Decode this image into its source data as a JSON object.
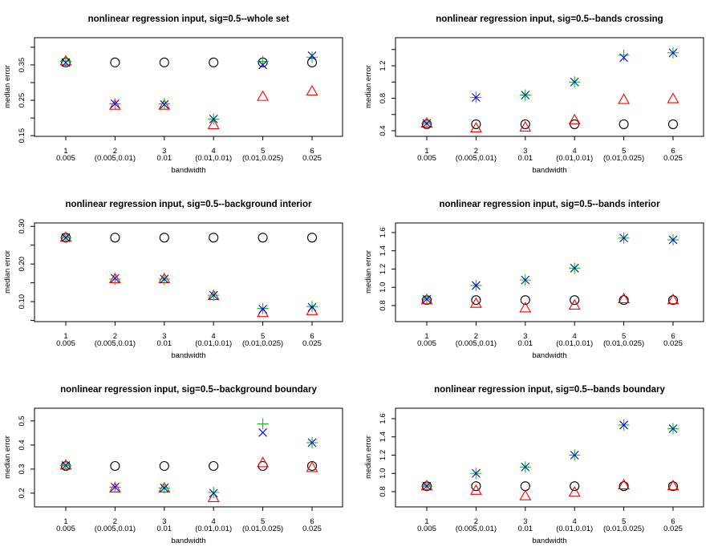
{
  "chart_data": [
    {
      "type": "scatter",
      "title": "nonlinear regression  input, sig=0.5--whole set",
      "xlabel": "bandwidth",
      "ylabel": "median error",
      "x": [
        1,
        2,
        3,
        4,
        5,
        6
      ],
      "xtick_labels": [
        "1",
        "2",
        "3",
        "4",
        "5",
        "6"
      ],
      "xtick_sublabels": [
        "0.005",
        "(0.005,0.01)",
        "0.01",
        "(0.01,0.01)",
        "(0.01,0.025)",
        "0.025"
      ],
      "ylim": [
        0.148,
        0.427
      ],
      "yticks": [
        0.15,
        0.2,
        0.25,
        0.3,
        0.35,
        0.4
      ],
      "ytick_labels": [
        "0.15",
        "",
        "0.25",
        "",
        "0.35",
        ""
      ],
      "series": [
        {
          "marker": "circle",
          "color": "#000000",
          "values": [
            0.357,
            0.357,
            0.357,
            0.357,
            0.357,
            0.357
          ]
        },
        {
          "marker": "triangle",
          "color": "#ff0000",
          "values": [
            0.36,
            0.235,
            0.235,
            0.18,
            0.26,
            0.275
          ]
        },
        {
          "marker": "plus",
          "color": "#00cc00",
          "values": [
            0.36,
            0.24,
            0.24,
            0.197,
            0.36,
            0.372
          ]
        },
        {
          "marker": "cross",
          "color": "#0000ff",
          "values": [
            0.357,
            0.24,
            0.238,
            0.197,
            0.35,
            0.376
          ]
        }
      ]
    },
    {
      "type": "scatter",
      "title": "nonlinear regression  input, sig=0.5--bands crossing",
      "xlabel": "bandwidth",
      "ylabel": "median error",
      "x": [
        1,
        2,
        3,
        4,
        5,
        6
      ],
      "xtick_labels": [
        "1",
        "2",
        "3",
        "4",
        "5",
        "6"
      ],
      "xtick_sublabels": [
        "0.005",
        "(0.005,0.01)",
        "0.01",
        "(0.01,0.01)",
        "(0.01,0.025)",
        "0.025"
      ],
      "ylim": [
        0.331,
        1.546
      ],
      "yticks": [
        0.4,
        0.6,
        0.8,
        1.0,
        1.2,
        1.4
      ],
      "ytick_labels": [
        "0.4",
        "",
        "0.8",
        "",
        "1.2",
        ""
      ],
      "series": [
        {
          "marker": "circle",
          "color": "#000000",
          "values": [
            0.48,
            0.48,
            0.48,
            0.48,
            0.48,
            0.48
          ]
        },
        {
          "marker": "triangle",
          "color": "#ff0000",
          "values": [
            0.49,
            0.43,
            0.44,
            0.53,
            0.78,
            0.79
          ]
        },
        {
          "marker": "plus",
          "color": "#00cc00",
          "values": [
            0.49,
            0.81,
            0.84,
            1.0,
            1.33,
            1.36
          ]
        },
        {
          "marker": "cross",
          "color": "#0000ff",
          "values": [
            0.49,
            0.81,
            0.84,
            1.0,
            1.3,
            1.36
          ]
        }
      ]
    },
    {
      "type": "scatter",
      "title": "nonlinear regression  input, sig=0.5--background interior",
      "xlabel": "bandwidth",
      "ylabel": "median error",
      "x": [
        1,
        2,
        3,
        4,
        5,
        6
      ],
      "xtick_labels": [
        "1",
        "2",
        "3",
        "4",
        "5",
        "6"
      ],
      "xtick_sublabels": [
        "0.005",
        "(0.005,0.01)",
        "0.01",
        "(0.01,0.01)",
        "(0.01,0.025)",
        "0.025"
      ],
      "ylim": [
        0.047,
        0.309
      ],
      "yticks": [
        0.05,
        0.1,
        0.15,
        0.2,
        0.25,
        0.3
      ],
      "ytick_labels": [
        "",
        "0.10",
        "",
        "0.20",
        "",
        "0.30"
      ],
      "series": [
        {
          "marker": "circle",
          "color": "#000000",
          "values": [
            0.27,
            0.27,
            0.27,
            0.27,
            0.27,
            0.27
          ]
        },
        {
          "marker": "triangle",
          "color": "#ff0000",
          "values": [
            0.27,
            0.16,
            0.16,
            0.115,
            0.07,
            0.075
          ]
        },
        {
          "marker": "plus",
          "color": "#00cc00",
          "values": [
            0.27,
            0.16,
            0.16,
            0.117,
            0.082,
            0.087
          ]
        },
        {
          "marker": "cross",
          "color": "#0000ff",
          "values": [
            0.27,
            0.162,
            0.16,
            0.117,
            0.08,
            0.085
          ]
        }
      ]
    },
    {
      "type": "scatter",
      "title": "nonlinear regression  input, sig=0.5--bands interior",
      "xlabel": "bandwidth",
      "ylabel": "median error",
      "x": [
        1,
        2,
        3,
        4,
        5,
        6
      ],
      "xtick_labels": [
        "1",
        "2",
        "3",
        "4",
        "5",
        "6"
      ],
      "xtick_sublabels": [
        "0.005",
        "(0.005,0.01)",
        "0.01",
        "(0.01,0.01)",
        "(0.01,0.025)",
        "0.025"
      ],
      "ylim": [
        0.624,
        1.705
      ],
      "yticks": [
        0.8,
        1.0,
        1.2,
        1.4,
        1.6
      ],
      "ytick_labels": [
        "0.8",
        "1.0",
        "1.2",
        "1.4",
        "1.6"
      ],
      "series": [
        {
          "marker": "circle",
          "color": "#000000",
          "values": [
            0.86,
            0.86,
            0.86,
            0.86,
            0.86,
            0.86
          ]
        },
        {
          "marker": "triangle",
          "color": "#ff0000",
          "values": [
            0.86,
            0.82,
            0.77,
            0.8,
            0.87,
            0.86
          ]
        },
        {
          "marker": "plus",
          "color": "#00cc00",
          "values": [
            0.87,
            1.02,
            1.08,
            1.21,
            1.54,
            1.52
          ]
        },
        {
          "marker": "cross",
          "color": "#0000ff",
          "values": [
            0.87,
            1.02,
            1.08,
            1.21,
            1.54,
            1.52
          ]
        }
      ]
    },
    {
      "type": "scatter",
      "title": "nonlinear regression  input, sig=0.5--background boundary",
      "xlabel": "bandwidth",
      "ylabel": "median error",
      "x": [
        1,
        2,
        3,
        4,
        5,
        6
      ],
      "xtick_labels": [
        "1",
        "2",
        "3",
        "4",
        "5",
        "6"
      ],
      "xtick_sublabels": [
        "0.005",
        "(0.005,0.01)",
        "0.01",
        "(0.01,0.01)",
        "(0.01,0.025)",
        "0.025"
      ],
      "ylim": [
        0.143,
        0.553
      ],
      "yticks": [
        0.2,
        0.3,
        0.4,
        0.5
      ],
      "ytick_labels": [
        "0.2",
        "0.3",
        "0.4",
        "0.5"
      ],
      "series": [
        {
          "marker": "circle",
          "color": "#000000",
          "values": [
            0.313,
            0.313,
            0.313,
            0.313,
            0.313,
            0.313
          ]
        },
        {
          "marker": "triangle",
          "color": "#ff0000",
          "values": [
            0.315,
            0.22,
            0.22,
            0.18,
            0.325,
            0.305
          ]
        },
        {
          "marker": "plus",
          "color": "#00cc00",
          "values": [
            0.315,
            0.225,
            0.222,
            0.203,
            0.488,
            0.41
          ]
        },
        {
          "marker": "cross",
          "color": "#0000ff",
          "values": [
            0.315,
            0.225,
            0.222,
            0.2,
            0.452,
            0.41
          ]
        }
      ]
    },
    {
      "type": "scatter",
      "title": "nonlinear regression  input, sig=0.5--bands boundary",
      "xlabel": "bandwidth",
      "ylabel": "median error",
      "x": [
        1,
        2,
        3,
        4,
        5,
        6
      ],
      "xtick_labels": [
        "1",
        "2",
        "3",
        "4",
        "5",
        "6"
      ],
      "xtick_sublabels": [
        "0.005",
        "(0.005,0.01)",
        "0.01",
        "(0.01,0.01)",
        "(0.01,0.025)",
        "0.025"
      ],
      "ylim": [
        0.633,
        1.714
      ],
      "yticks": [
        0.8,
        1.0,
        1.2,
        1.4,
        1.6
      ],
      "ytick_labels": [
        "0.8",
        "1.0",
        "1.2",
        "1.4",
        "1.6"
      ],
      "series": [
        {
          "marker": "circle",
          "color": "#000000",
          "values": [
            0.86,
            0.86,
            0.86,
            0.86,
            0.86,
            0.86
          ]
        },
        {
          "marker": "triangle",
          "color": "#ff0000",
          "values": [
            0.86,
            0.81,
            0.75,
            0.79,
            0.87,
            0.86
          ]
        },
        {
          "marker": "plus",
          "color": "#00cc00",
          "values": [
            0.86,
            1.0,
            1.07,
            1.2,
            1.53,
            1.49
          ]
        },
        {
          "marker": "cross",
          "color": "#0000ff",
          "values": [
            0.86,
            1.0,
            1.07,
            1.2,
            1.53,
            1.49
          ]
        }
      ]
    }
  ]
}
